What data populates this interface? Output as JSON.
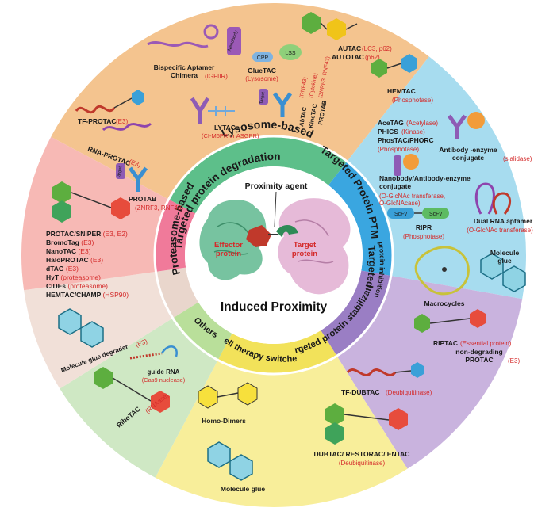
{
  "colors": {
    "lysosome": "#f4c48f",
    "ptm": "#a7dcef",
    "inhibition": "#c9b3de",
    "stabilization": "#f8ee9a",
    "switches": "#cfe8c4",
    "others": "#f1e0d8",
    "degradation": "#f7b9b5",
    "band_lysosome": "#5dbf8a",
    "band_ptm": "#3aa6e0",
    "band_inhibition": "#9a7ec4",
    "band_stabilization": "#f2e25a",
    "band_switches": "#b9df9a",
    "band_others": "#e9d6cc",
    "band_degradation": "#f07a9a",
    "effector": "#58b28b",
    "target": "#e7b5d6",
    "accent_red": "#d42a2a"
  },
  "center": {
    "proximity_agent": "Proximity agent",
    "effector": "Effector\nprotein",
    "target": "Target\nprotein",
    "title": "Induced Proximity"
  },
  "ring_labels": {
    "lysosome": "Lysosome-based",
    "degradation": "Targeted protein degradation",
    "ptm": "Targeted Protein PTM",
    "inhibition_big": "Targeted",
    "inhibition_small": "protein inhibition",
    "proteasome": "Proteasome-based",
    "stabilization": "Targeted protein stabilization",
    "switches": "Cell therapy switches",
    "others": "Others"
  },
  "lysosome_items": [
    {
      "name": "Bispecific Aptamer\nChimera",
      "note": "(IGFIIR)"
    },
    {
      "name": "GlueTAC",
      "note": "(Lysosome)"
    },
    {
      "name": "AUTAC",
      "note": "(LC3, p62)"
    },
    {
      "name": "AUTOTAC",
      "note": "(p62)"
    },
    {
      "name": "LYTAC",
      "note": "(CI-M6PR or ASGPR)"
    },
    {
      "name": "AbTAC",
      "note": "(RNF43)"
    },
    {
      "name": "KineTAC",
      "note": "(Cytokine)"
    },
    {
      "name": "PROTAB",
      "note": "(ZNRF3, RNF43)"
    },
    {
      "name": "Nanobody",
      "note": ""
    },
    {
      "name": "CPP",
      "note": ""
    },
    {
      "name": "LSS",
      "note": ""
    },
    {
      "name": "Target",
      "note": ""
    }
  ],
  "ptm_items": [
    {
      "name": "HEMTAC",
      "note": "(Phosphotase)"
    },
    {
      "name": "AceTAG",
      "note": "(Acetylase)"
    },
    {
      "name": "PHICS",
      "note": "(Kinase)"
    },
    {
      "name": "PhosTAC/PHORC",
      "note": "(Phosphotase)"
    },
    {
      "name": "Antibody -enzyme\nconjugate",
      "note": "(sialidase)"
    },
    {
      "name": "Nanobody/Antibody-enzyme\nconjugate",
      "note": "(O-GlcNAc transferase,\nO-GlcNAcase)"
    },
    {
      "name": "RIPR",
      "note": "(Phosphotase)"
    },
    {
      "name": "Dual RNA aptamer",
      "note": "(O-GlcNAc transferase)"
    },
    {
      "name": "ScFv",
      "note": ""
    }
  ],
  "inhibition_items": [
    {
      "name": "Molecule\nglue",
      "note": ""
    },
    {
      "name": "Macrocycles",
      "note": ""
    },
    {
      "name": "RIPTAC",
      "note": "(Essential protein)"
    },
    {
      "name": "non-degrading\nPROTAC",
      "note": "(E3)"
    }
  ],
  "stabilization_items": [
    {
      "name": "TF-DUBTAC",
      "note": "(Deubiquitinase)"
    },
    {
      "name": "DUBTAC/ RESTORAC/ ENTAC",
      "note": "(Deubiquitinase)"
    }
  ],
  "switch_items": [
    {
      "name": "Homo-Dimers",
      "note": ""
    },
    {
      "name": "Molecule glue",
      "note": ""
    }
  ],
  "others_items": [
    {
      "name": "guide RNA",
      "note": "(Cas9 nuclease)"
    },
    {
      "name": "RiboTAC",
      "note": "(RNAase)"
    }
  ],
  "degradation_items": [
    {
      "name": "TF-PROTAC",
      "note": "(E3)"
    },
    {
      "name": "RNA-PROTAC",
      "note": "(E3)"
    },
    {
      "name": "PROTAB",
      "note": "(ZNRF3, RNF43)"
    },
    {
      "name": "Target",
      "note": ""
    }
  ],
  "degradation_list": [
    {
      "name": "PROTAC/SNIPER",
      "note": "(E3, E2)"
    },
    {
      "name": "BromoTag",
      "note": "(E3)"
    },
    {
      "name": "NanoTAC",
      "note": "(E3)"
    },
    {
      "name": "HaloPROTAC",
      "note": "(E3)"
    },
    {
      "name": "dTAG",
      "note": "(E3)"
    },
    {
      "name": "HyT",
      "note": "(proteasome)"
    },
    {
      "name": "CIDEs",
      "note": "(proteasome)"
    },
    {
      "name": "HEMTAC/CHAMP",
      "note": "(HSP90)"
    }
  ],
  "degradation_glue": {
    "name": "Molecule glue degrader",
    "note": "(E3)"
  }
}
